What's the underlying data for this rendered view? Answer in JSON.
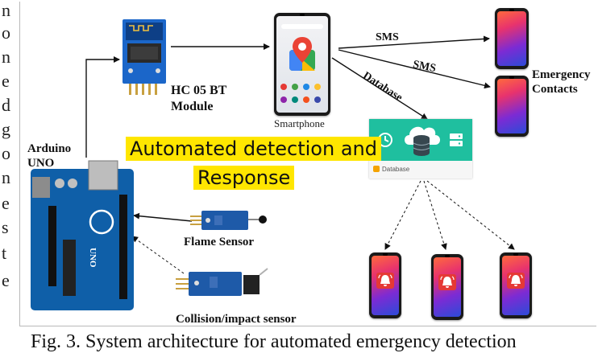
{
  "left_margin_letters": [
    "n",
    "o",
    "n",
    "e",
    "d",
    "g",
    "o",
    "n",
    "e",
    "s",
    "t",
    "e"
  ],
  "labels": {
    "bt_module": [
      "HC 05 BT",
      "Module"
    ],
    "arduino": [
      "Arduino",
      "UNO"
    ],
    "smartphone": "Smartphone",
    "emergency_contacts": [
      "Emergency",
      "Contacts"
    ],
    "flame_sensor": "Flame Sensor",
    "collision_sensor": "Collision/impact sensor",
    "database_card": "Database"
  },
  "edges": {
    "sms_1": "SMS",
    "sms_2": "SMS",
    "database": "Database"
  },
  "headline": [
    "Automated detection and",
    "Response"
  ],
  "caption": "Fig. 3. System architecture for automated emergency detection",
  "colors": {
    "highlight": "#ffe600",
    "db_teal": "#1fbf9f",
    "arduino_blue": "#0f5fa8",
    "sensor_blue": "#1e5aa8",
    "alarm_red": "#e53935"
  },
  "icons": [
    "map-pin-icon",
    "clock-icon",
    "cloud-database-icon",
    "server-icon",
    "alarm-bell-icon",
    "database-logo-icon"
  ]
}
